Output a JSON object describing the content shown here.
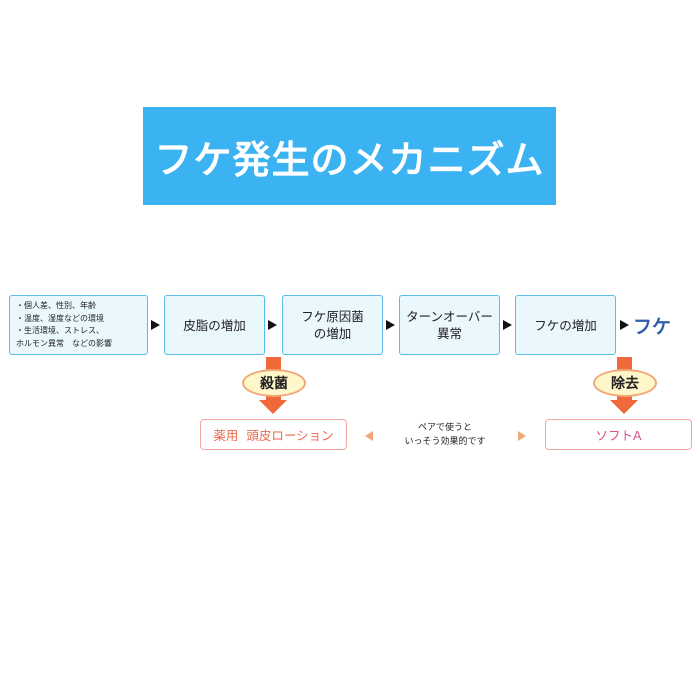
{
  "title": "フケ発生のメカニズム",
  "colors": {
    "banner": "#3bb3f2",
    "box_fill": "#eaf7fd",
    "box_border": "#5bbde8",
    "arrow_orange": "#f0693a",
    "oval_fill": "#fff6c9",
    "result_text": "#2f5fa8",
    "lotion_text": "#ea6b4e",
    "soft_text": "#d94f8f"
  },
  "flow": {
    "causes": [
      "・個人差、性別、年齢",
      "・温度、湿度などの環境",
      "・生活環境、ストレス、",
      "ホルモン異常　などの影響"
    ],
    "steps": [
      [
        "皮脂の増加"
      ],
      [
        "フケ原因菌",
        "の増加"
      ],
      [
        "ターンオーバー",
        "異常"
      ],
      [
        "フケの増加"
      ]
    ],
    "result": "フケ"
  },
  "actions": {
    "sterilize": "殺菌",
    "remove": "除去"
  },
  "products": {
    "lotion": "薬用  頭皮ローション",
    "soft": "ソフトA",
    "combo_note": [
      "ペアで使うと",
      "いっそう効果的です"
    ]
  }
}
